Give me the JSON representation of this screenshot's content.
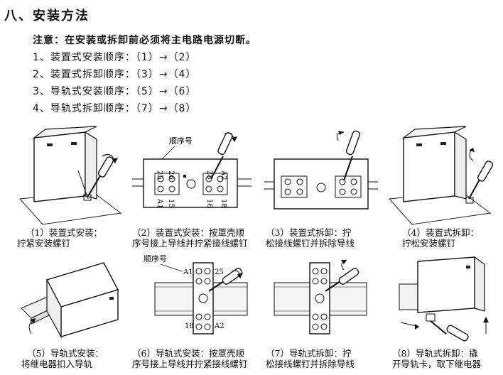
{
  "section_title": "八、安装方法",
  "notice": "注意：在安装或拆卸前必须将主电路电源切断。",
  "steps": [
    {
      "index": "1、",
      "text": "装置式安装顺序：",
      "sequence": "（1）→（2）"
    },
    {
      "index": "2、",
      "text": "装置式拆卸顺序：",
      "sequence": "（3）→（4）"
    },
    {
      "index": "3、",
      "text": "导轨式安装顺序：",
      "sequence": "（5）→（6）"
    },
    {
      "index": "4、",
      "text": "导轨式拆卸顺序：",
      "sequence": "（7）→（8）"
    }
  ],
  "figures": {
    "callout": "顺序号",
    "terminals": {
      "t25": "25",
      "t26": "26",
      "t28": "28",
      "tA2": "A2",
      "tA1": "A1",
      "t15": "15",
      "t16": "16",
      "t18": "18"
    },
    "captions": [
      {
        "line1": "（1）装置式安装：",
        "line2": "拧紧安装螺钉"
      },
      {
        "line1": "（2）装置式安装：按罩壳顺",
        "line2": "序号接上导线并拧紧接线螺钉"
      },
      {
        "line1": "（3）装置式拆卸：拧",
        "line2": "松接线螺钉并拆除导线"
      },
      {
        "line1": "（4）装置式拆卸：",
        "line2": "拧松安装螺钉"
      },
      {
        "line1": "（5）导轨式安装：",
        "line2": "将继电器扣入导轨"
      },
      {
        "line1": "（6）导轨式安装：按罩壳顺",
        "line2": "序号接上导线并拧紧接线螺钉"
      },
      {
        "line1": "（7）导轨式拆卸：拧",
        "line2": "松接线螺钉并拆除导线"
      },
      {
        "line1": "（8）导轨式拆卸：撬",
        "line2": "开导轨卡，取下继电器"
      }
    ]
  }
}
